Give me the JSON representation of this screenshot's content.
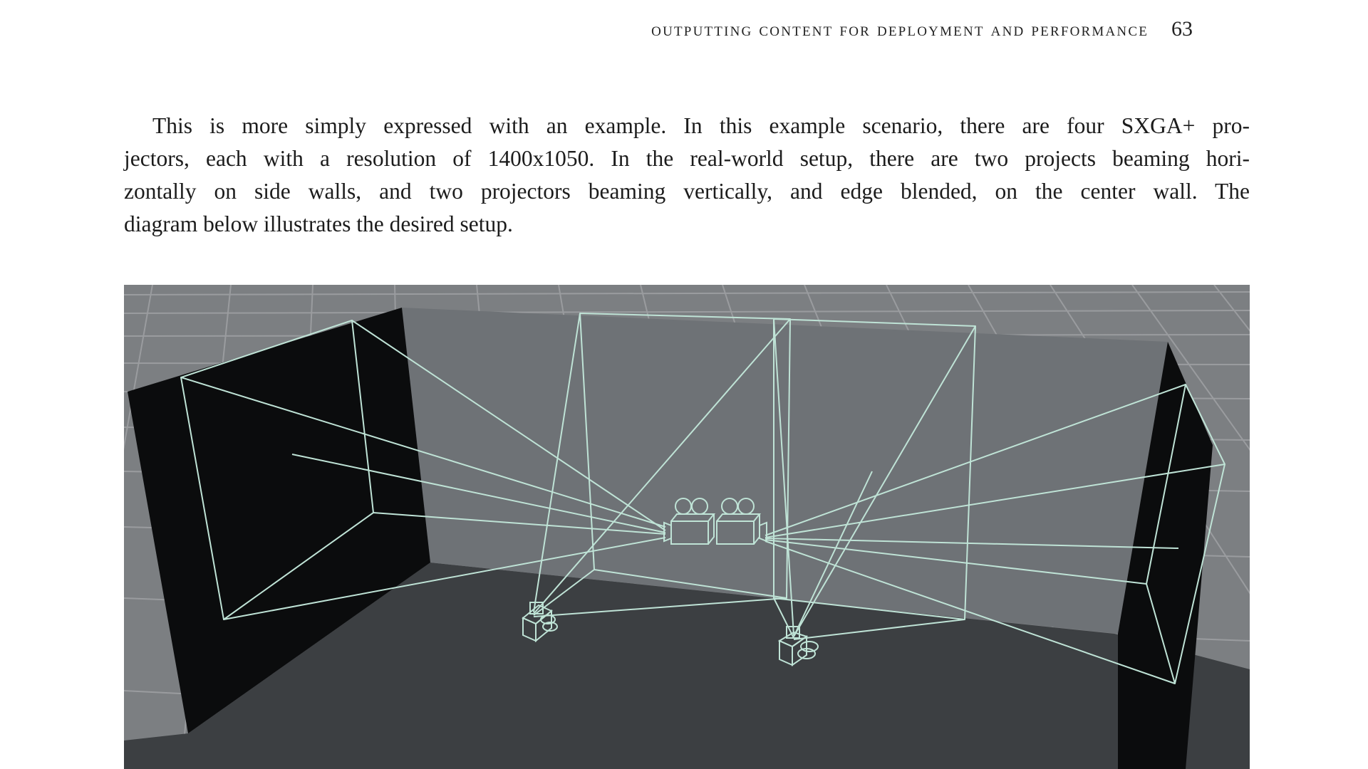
{
  "header": {
    "running_title": "OUTPUTTING CONTENT FOR DEPLOYMENT AND PERFORMANCE",
    "page_number": "63"
  },
  "paragraph": {
    "lines": [
      "This is more simply expressed with an example. In this example scenario, there are four SXGA+ pro-",
      "jectors, each with a resolution of 1400x1050. In the real-world setup, there are two projects beaming hori-",
      "zontally on side walls, and two projectors beaming vertically, and edge blended, on the center wall. The",
      "diagram below illustrates the desired setup."
    ]
  },
  "figure": {
    "subject": "projector-setup-diagram",
    "colors": {
      "grid_floor": "#7c7f82",
      "grid_line": "#9a9c9f",
      "center_wall": "#6e7276",
      "side_wall": "#0b0c0d",
      "room_floor": "#3c3f42",
      "wireframe": "#bfe3d6"
    }
  }
}
